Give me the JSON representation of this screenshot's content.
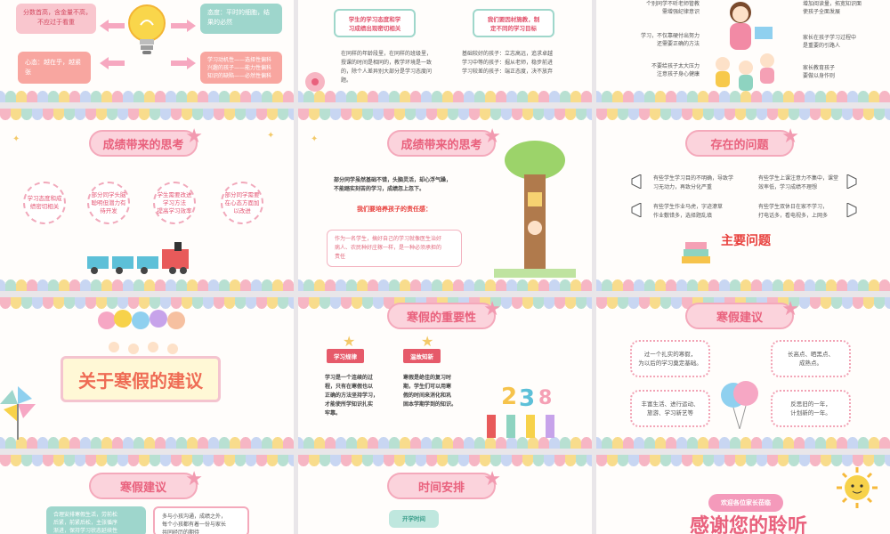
{
  "slide_r0c0": {
    "box_tl": "分数首高，含金量不高，\n不应过于看重",
    "box_tr": "态度：平时的细胞，结\n果的必然",
    "box_bl": "心态：越在乎，越紧张",
    "box_br": "学习动机性——选择性偏科\n兴趣的孩子——能力性偏科\n知识的缺陷——必然性偏科"
  },
  "slide_r0c1": {
    "bubble_left": "学生的学习态度和学\n习成绩出现密切相关",
    "bubble_right": "我们要因材施教，制\n定不同的学习目标",
    "para_left": "在同样的年龄段里，在同样的班级里，\n授课的时间是相同的，教学环境是一致\n的，除个人差异别大部分是学习态度问\n题。",
    "para_right": "基础较好的孩子：立志高远，追求卓越\n学习中等的孩子：掘从老师，稳步前进\n学习较差的孩子：端正态度，决不放弃"
  },
  "slide_r0c2": {
    "l1": "个别同学不听老师管教\n需增强纪律意识",
    "l2": "学习，不仅靠硬付出努力\n还需要正确的方法",
    "l3": "不要给孩子太大压力\n注意孩子身心健康",
    "r1": "增加阅读量，拓宽知识面\n使孩子全面发展",
    "r2": "家长在孩子学习过程中\n是重要的引路人",
    "r3": "家长教育孩子\n要做以身作则"
  },
  "slide_r1c0": {
    "title": "成绩带来的思考",
    "c1": "学习态度和成\n绩密切相关",
    "c2": "部分同学头脑\n聪明但潜力有\n待开发",
    "c3": "学生需要改进\n学习方法\n提高学习效率",
    "c4": "部分同学需要\n在心态方面加\n以改进"
  },
  "slide_r1c1": {
    "title": "成绩带来的思考",
    "para": "部分同学虽然基础不错，头脑灵活，却心浮气躁，\n不能踏实刻苦的学习，成绩忽上忽下。",
    "subtitle": "我们要培养孩子的责任感：",
    "quote": "作为一名学生，搞好自己的学习就像医生治好\n病人、农民种好庄稼一样，是一种必须承担的\n责任"
  },
  "slide_r1c2": {
    "title": "存在的问题",
    "q1": "有些学生学习目的不明确，导致学\n习无动力，再致分化严重",
    "q2": "有些学生上课注意力不集中，课堂\n效率低，学习成绩不理想",
    "q3": "有些学生作业马虎，字迹潦草\n作业敷错多，选择题乱填",
    "q4": "有些学生双休日在家不学习，\n打电话多，看电视多，上网多",
    "main_title": "主要问题"
  },
  "slide_r2c0": {
    "title": "关于寒假的建议"
  },
  "slide_r2c1": {
    "title": "寒假的重要性",
    "tag_left": "学习规律",
    "tag_right": "温故知新",
    "para_left": "学习是一个连续的过\n程，只有在寒假也以\n正确的方法坚持学习，\n才能使所学知识扎实\n牢靠。",
    "para_right": "寒假是绝佳的复习时\n期，学生们可以用寒\n假的时间来消化和巩\n固本学期学到的知识。"
  },
  "slide_r2c2": {
    "title": "寒假建议",
    "b1": "过一个扎实的寒假，\n为以后的学习奠定基础。",
    "b2": "长高点、晒黑点、\n成熟点。",
    "b3": "丰富生活、进行运动、\n旅游、学习新艺等",
    "b4": "反思旧的一年，\n计划新的一年。"
  },
  "slide_r3c0": {
    "title": "寒假建议",
    "box_left": "合理安排寒假生活，劳前松\n后紧，前紧后松，主张循序\n渐进，保持学习状态延续性",
    "box_right": "多与小孩沟通，成绩之外，\n每个小孩都有着一份与家长\n共同经历的期待"
  },
  "slide_r3c1": {
    "title": "时间安排",
    "tag": "开学时间"
  },
  "slide_r3c2": {
    "banner": "欢迎各位家长莅临",
    "big": "感谢您的聆听"
  }
}
